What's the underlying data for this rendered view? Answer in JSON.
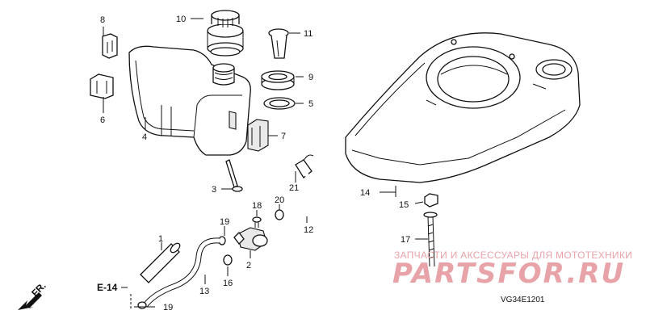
{
  "diagram": {
    "callouts": {
      "c1": "1",
      "c2": "2",
      "c3": "3",
      "c4": "4",
      "c5": "5",
      "c6": "6",
      "c7": "7",
      "c8": "8",
      "c9": "9",
      "c10": "10",
      "c11": "11",
      "c12": "12",
      "c13": "13",
      "c14": "14",
      "c15": "15",
      "c16": "16",
      "c17": "17",
      "c18": "18",
      "c19a": "19",
      "c19b": "19",
      "c20": "20",
      "c21": "21"
    },
    "reference": "E-14",
    "direction": "FR.",
    "drawing_code": "VG34E1201"
  },
  "watermark": {
    "caption": "ЗАПЧАСТИ И АКСЕССУАРЫ ДЛЯ МОТОТЕХНИКИ",
    "logo_text": "PARTSFOR.RU",
    "color": "#e8a3a8"
  }
}
